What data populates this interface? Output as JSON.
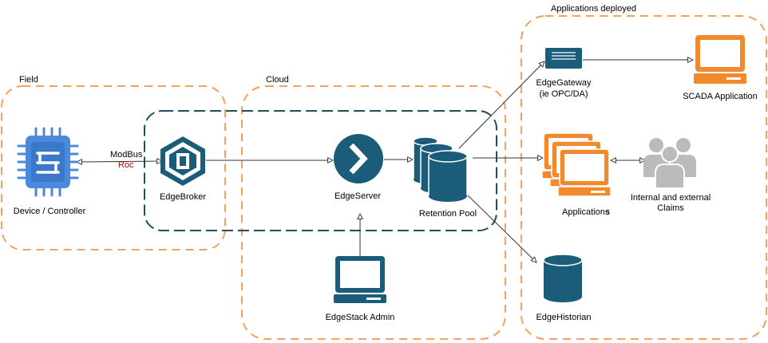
{
  "colors": {
    "zone_border": "#f4a15a",
    "core_border": "#1f4e5f",
    "navy": "#1b5c7a",
    "orange": "#f08a2c",
    "blue": "#4a89dc",
    "gray": "#bbbbbb",
    "connector": "#333333",
    "accent_red": "#cc0000"
  },
  "zones": {
    "field": "Field",
    "cloud": "Cloud",
    "apps": "Applications deployed"
  },
  "nodes": {
    "device": {
      "label": "Device / Controller",
      "icon": "chip-icon"
    },
    "broker": {
      "label": "EdgeBroker",
      "icon": "broker-icon"
    },
    "server": {
      "label": "EdgeServer",
      "icon": "chevron-circle-icon"
    },
    "pool": {
      "label": "Retention Pool",
      "icon": "database-stack-icon"
    },
    "admin": {
      "label": "EdgeStack Admin",
      "icon": "monitor-icon"
    },
    "gateway": {
      "label_line1": "EdgeGateway",
      "label_line2": "(ie OPC/DA)",
      "icon": "gateway-device-icon"
    },
    "scada": {
      "label": "SCADA Application",
      "icon": "monitor-icon"
    },
    "applications": {
      "label_main": "Application",
      "label_suffix": "s",
      "icon": "stacked-monitors-icon"
    },
    "claims": {
      "label_line1": "Internal and external",
      "label_line2": "Claims",
      "icon": "user-group-icon"
    },
    "historian": {
      "label": "EdgeHistorian",
      "icon": "database-icon"
    }
  },
  "edges": {
    "modbus_label": "ModBus",
    "roc_label": "Roc"
  }
}
